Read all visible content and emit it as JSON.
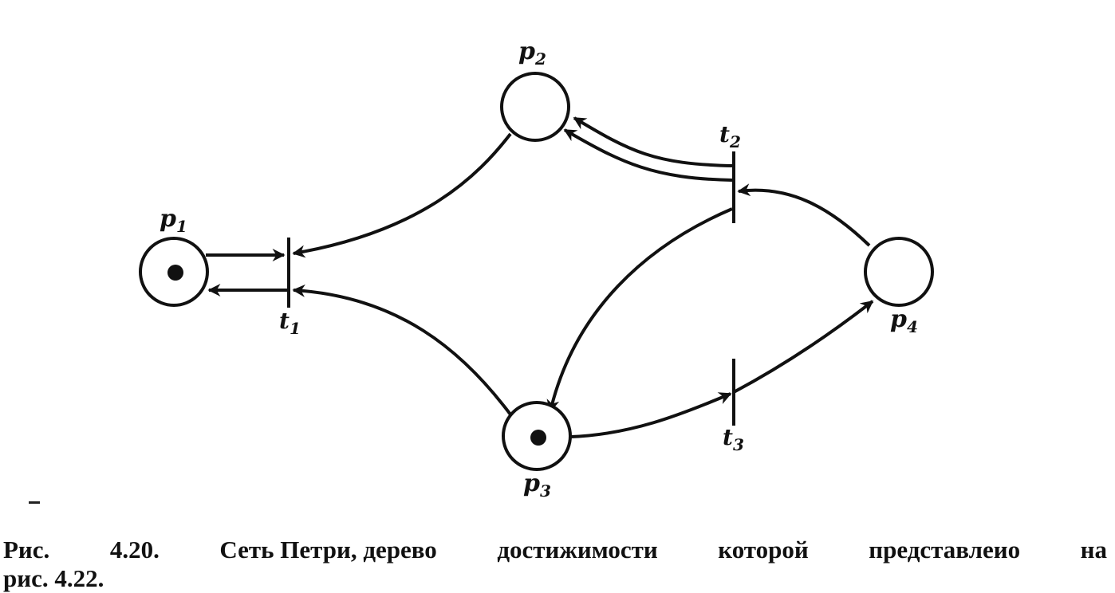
{
  "places": [
    {
      "id": "p1",
      "label": "p",
      "sub": "1",
      "tokens": 1
    },
    {
      "id": "p2",
      "label": "p",
      "sub": "2",
      "tokens": 0
    },
    {
      "id": "p3",
      "label": "p",
      "sub": "3",
      "tokens": 1
    },
    {
      "id": "p4",
      "label": "p",
      "sub": "4",
      "tokens": 0
    }
  ],
  "transitions": [
    {
      "id": "t1",
      "label": "t",
      "sub": "1"
    },
    {
      "id": "t2",
      "label": "t",
      "sub": "2"
    },
    {
      "id": "t3",
      "label": "t",
      "sub": "3"
    }
  ],
  "arcs": [
    {
      "from": "p1",
      "to": "t1"
    },
    {
      "from": "t1",
      "to": "p1"
    },
    {
      "from": "p2",
      "to": "t1"
    },
    {
      "from": "p3",
      "to": "t1"
    },
    {
      "from": "t2",
      "to": "p2"
    },
    {
      "from": "t2",
      "to": "p2"
    },
    {
      "from": "p4",
      "to": "t2"
    },
    {
      "from": "t2",
      "to": "p3"
    },
    {
      "from": "p3",
      "to": "t3"
    },
    {
      "from": "t3",
      "to": "p4"
    }
  ],
  "caption": {
    "line1_words": [
      "Рис.",
      "4.20.",
      "Сеть Петри, дерево",
      "достижимости",
      "которой",
      "представлеио",
      "на"
    ],
    "line2": "рис. 4.22."
  },
  "colors": {
    "ink": "#111111",
    "paper": "#ffffff"
  }
}
